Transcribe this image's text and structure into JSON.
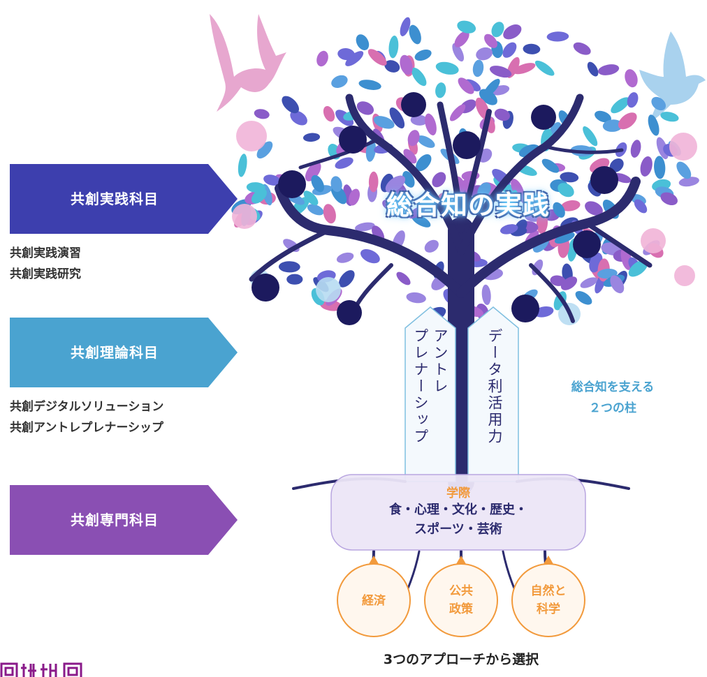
{
  "left_column": {
    "practice": {
      "title": "共創実践科目",
      "color": "#3d3fae",
      "items": [
        "共創実践演習",
        "共創実践研究"
      ]
    },
    "theory": {
      "title": "共創理論科目",
      "color": "#4aa3d0",
      "items": [
        "共創デジタルソリューション",
        "共創アントレプレナーシップ"
      ]
    },
    "specialized": {
      "title": "共創専門科目",
      "color": "#8a4fb3"
    }
  },
  "tree": {
    "title": "総合知の実践",
    "pillars": {
      "left": "アントレ\nプレナーシップ",
      "right": "データ利活用力"
    },
    "support_label": {
      "line1": "総合知を支える",
      "line2": "２つの柱"
    }
  },
  "roots": {
    "heading": "学際",
    "line1": "食・心理・文化・歴史・",
    "line2": "スポーツ・芸術"
  },
  "approaches": {
    "economy": "経済",
    "policy_1": "公共",
    "policy_2": "政策",
    "nature_1": "自然と",
    "nature_2": "科学",
    "caption": "3つのアプローチから選択"
  },
  "colors": {
    "navy": "#2c2b6e",
    "orange": "#f29a3c",
    "lavender_box": "#ece6f7",
    "logo_purple": "#8a1a8a"
  }
}
